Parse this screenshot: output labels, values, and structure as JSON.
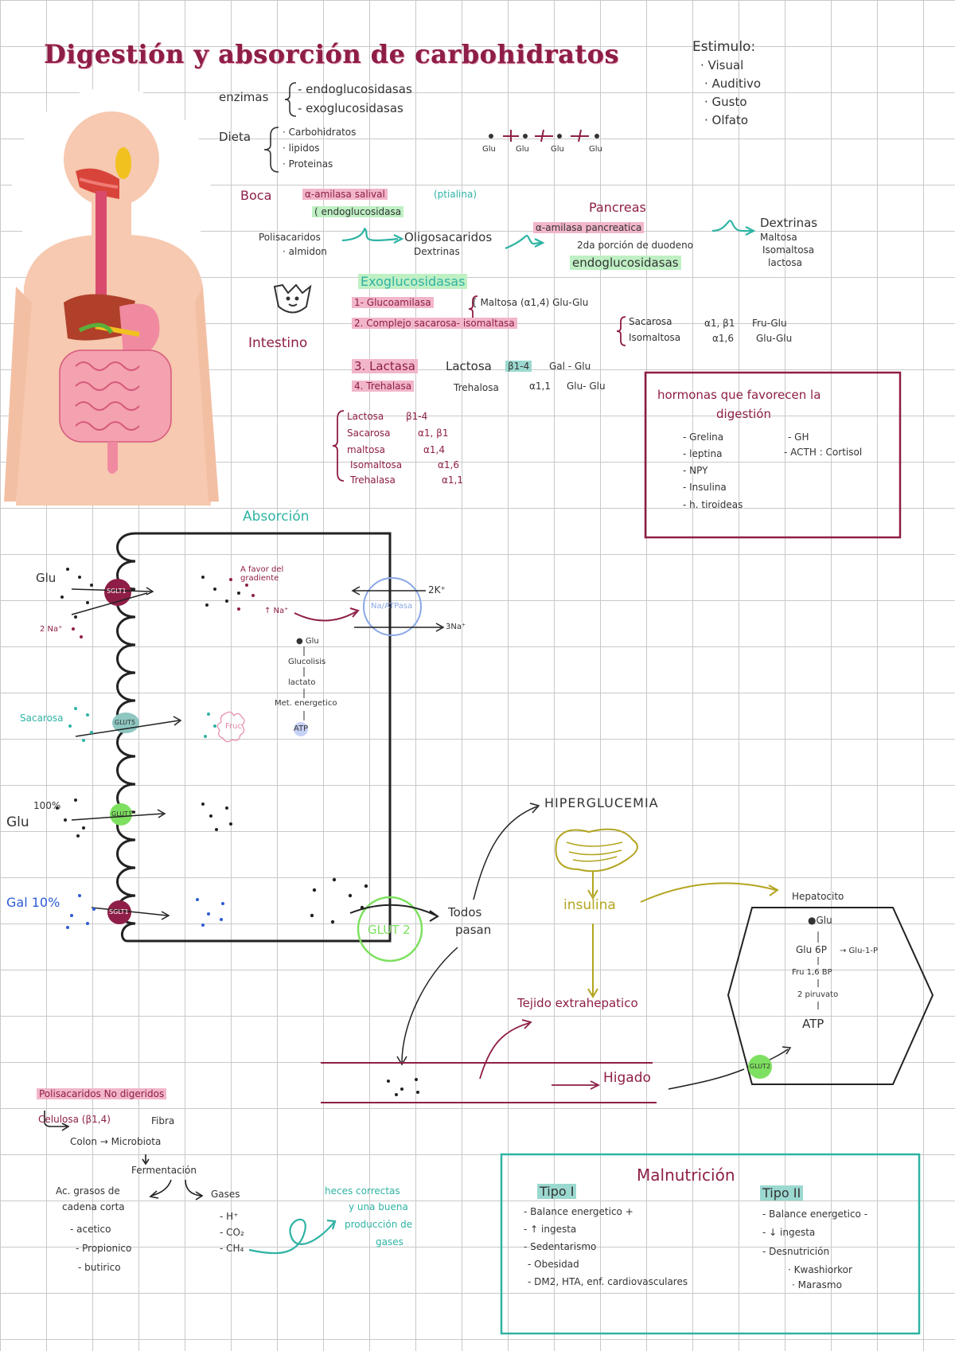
{
  "title": "Digestión y absorción de carbohidratos",
  "estimulo": {
    "label": "Estimulo:",
    "items": [
      "· Visual",
      "· Auditivo",
      "· Gusto",
      "· Olfato"
    ]
  },
  "enzimas": {
    "label": "enzimas",
    "items": [
      "- endoglucosidasas",
      "- exoglucosidasas"
    ]
  },
  "dieta": {
    "label": "Dieta",
    "items": [
      "· Carbohidratos",
      "· lipidos",
      "· Proteinas"
    ]
  },
  "glu_chain": [
    "Glu",
    "Glu",
    "Glu",
    "Glu"
  ],
  "boca": {
    "label": "Boca",
    "amilasa": "α-amilasa salival",
    "ptialina": "(ptialina)",
    "endo": "( endoglucosidasa",
    "polisac": "Polisacaridos",
    "almidon": "· almidon",
    "oligo": "Oligosacaridos",
    "dextrinas": "Dextrinas"
  },
  "pancreas": {
    "label": "Pancreas",
    "amilasa": "α-amilasa pancreatica",
    "porcion": "2da porción de duodeno",
    "endo": "endoglucosidasas",
    "products": [
      "Dextrinas",
      "Maltosa",
      "Isomaltosa",
      "lactosa"
    ]
  },
  "intestino": {
    "label": "Intestino",
    "exo": "Exoglucosidasas",
    "items": [
      {
        "enz": "1- Glucoamilasa",
        "sub": "{ Maltosa (α1,4) Glu-Glu"
      },
      {
        "enz": "2. Complejo sacarosa- isomaltasa",
        "sub": ""
      },
      {
        "enz": "3. Lactasa",
        "sub": "Lactosa",
        "bond": "β1-4",
        "prod": "Gal - Glu"
      },
      {
        "enz": "4. Trehalasa",
        "sub": "Trehalosa",
        "bond": "α1,1",
        "prod": "Glu- Glu"
      }
    ],
    "complejo_sub": [
      {
        "name": "Sacarosa",
        "bond": "α1, β1",
        "prod": "Fru-Glu"
      },
      {
        "name": "Isomaltosa",
        "bond": "α1,6",
        "prod": "Glu-Glu"
      }
    ]
  },
  "summary": [
    {
      "n": "Lactosa",
      "b": "β1-4"
    },
    {
      "n": "Sacarosa",
      "b": "α1, β1"
    },
    {
      "n": "maltosa",
      "b": "α1,4"
    },
    {
      "n": "Isomaltosa",
      "b": "α1,6"
    },
    {
      "n": "Trehalasa",
      "b": "α1,1"
    }
  ],
  "hormonas": {
    "title1": "hormonas que favorecen la",
    "title2": "digestión",
    "left": [
      "- Grelina",
      "- leptina",
      "- NPY",
      "- Insulina",
      "- h. tiroideas"
    ],
    "right": [
      "- GH",
      "- ACTH : Cortisol"
    ]
  },
  "absorcion": {
    "title": "Absorción",
    "glu_label": "Glu",
    "na2": "2 Na⁺",
    "sglt1": "SGLT1",
    "favor": "A favor del gradiente",
    "na_up": "↑ Na⁺",
    "k2": "2K⁺",
    "na3": "3Na⁺",
    "pump": "Na/ATPasa",
    "chain": [
      "● Glu",
      "Glucolisis",
      "lactato",
      "Met. energetico",
      "ATP"
    ],
    "sacarosa": "Sacarosa",
    "glut5": "GLUT5",
    "fruc": "Fruc",
    "pct100": "100%",
    "glu2": "Glu",
    "glut1": "GLUT1",
    "gal": "Gal 10%",
    "sglt1b": "SGLT1",
    "glut2": "GLUT 2",
    "todos": "Todos",
    "pasan": "pasan"
  },
  "metabolismo": {
    "hiper": "HIPERGLUCEMIA",
    "insulina": "insulina",
    "tejido": "Tejido extrahepatico",
    "higado": "Higado",
    "hepatocito": "Hepatocito",
    "glut2": "GLUT2",
    "steps": [
      "●Glu",
      "Glu 6P",
      "→ Glu-1-P",
      "Fru 1,6 BP",
      "2 piruvato",
      "ATP"
    ]
  },
  "no_digeridos": {
    "title": "Polisacaridos No digeridos",
    "celulosa": "Celulosa (β1,4)",
    "fibra": "Fibra",
    "colon": "Colon → Microbiota",
    "ferm": "Fermentación",
    "ac1": "Ac. grasos de",
    "ac2": "cadena corta",
    "acids": [
      "- acetico",
      "- Propionico",
      "- butirico"
    ],
    "gases": "Gases",
    "gas_items": [
      "- H⁺",
      "- CO₂",
      "- CH₄"
    ],
    "heces": [
      "heces correctas",
      "y una buena",
      "producción de",
      "gases"
    ]
  },
  "malnutricion": {
    "title": "Malnutrición",
    "tipo1": {
      "label": "Tipo I",
      "items": [
        "- Balance energetico +",
        "- ↑ ingesta",
        "- Sedentarismo",
        "- Obesidad",
        "- DM2, HTA, enf. cardiovasculares"
      ]
    },
    "tipo2": {
      "label": "Tipo II",
      "items": [
        "- Balance energetico -",
        "- ↓ ingesta",
        "- Desnutrición",
        "· Kwashiorkor",
        "· Marasmo"
      ]
    }
  },
  "colors": {
    "maroon": "#8e1e47",
    "teal": "#2fb3a4",
    "green": "#7ee060",
    "olive": "#b3a520",
    "blue": "#2e5bd6",
    "pink": "#f2b6ca"
  }
}
